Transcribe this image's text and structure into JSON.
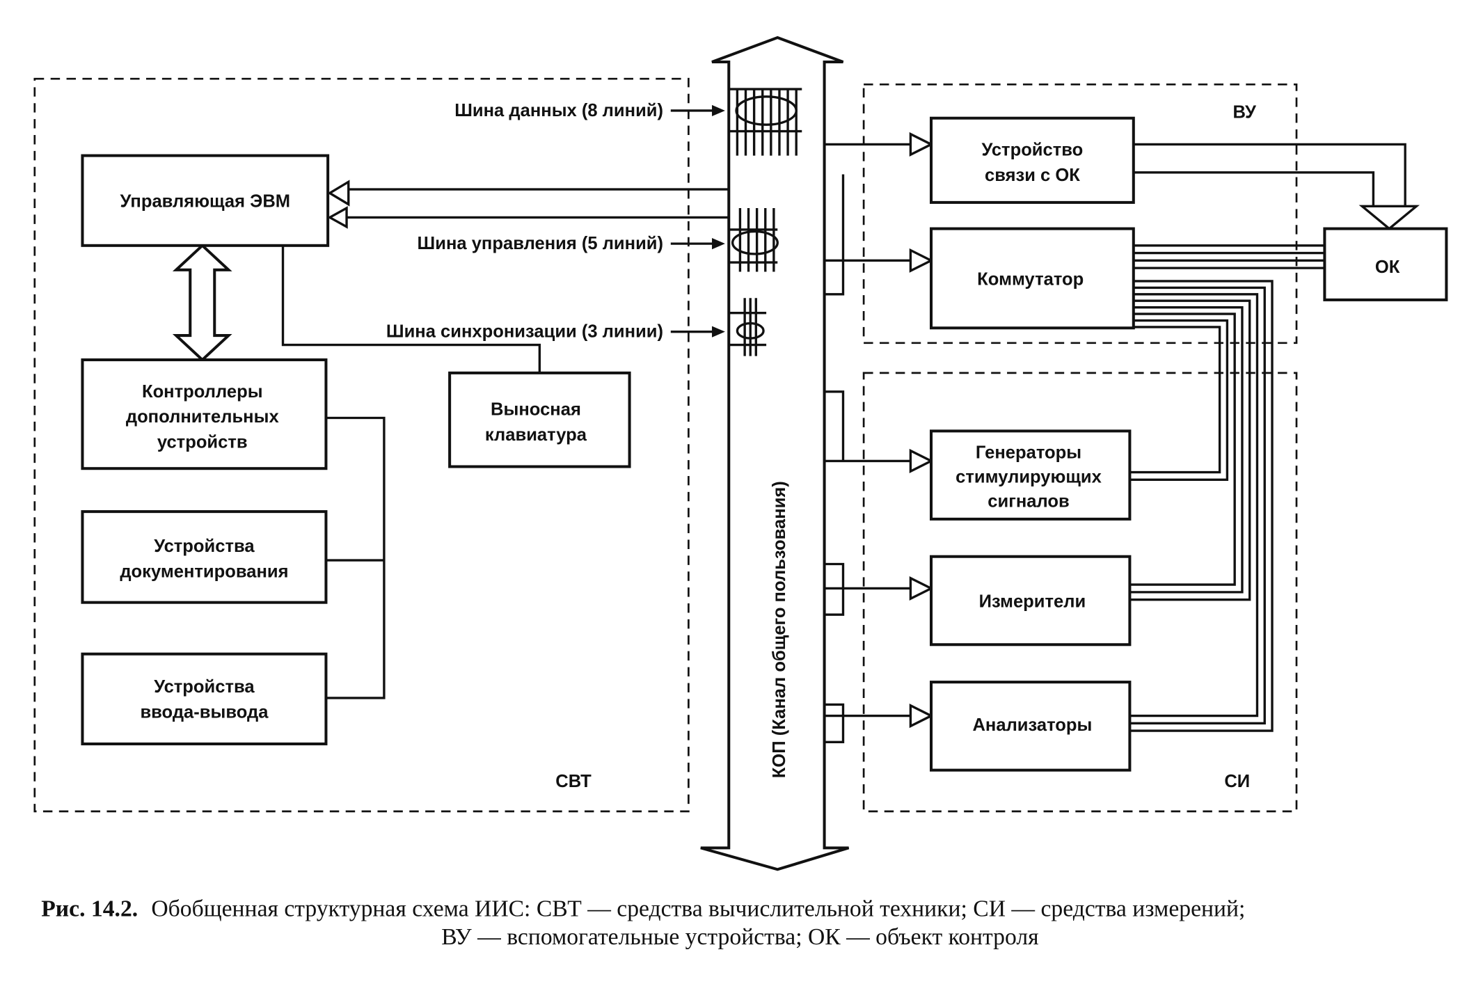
{
  "groups": {
    "svt": "СВТ",
    "vu": "ВУ",
    "si": "СИ"
  },
  "blocks": {
    "computer": [
      "Управляющая ЭВМ"
    ],
    "controllers": [
      "Контроллеры",
      "дополнительных",
      "устройств"
    ],
    "documenting": [
      "Устройства",
      "документирования"
    ],
    "io": [
      "Устройства",
      "ввода-вывода"
    ],
    "remote_keyboard": [
      "Выносная",
      "клавиатура"
    ],
    "ok_link": [
      "Устройство",
      "связи с ОК"
    ],
    "commutator": [
      "Коммутатор"
    ],
    "generators": [
      "Генераторы",
      "стимулирующих",
      "сигналов"
    ],
    "meters": [
      "Измерители"
    ],
    "analyzers": [
      "Анализаторы"
    ],
    "ok": [
      "ОК"
    ]
  },
  "buses": {
    "data": "Шина данных (8 линий)",
    "control": "Шина управления (5 линий)",
    "sync": "Шина синхронизации (3 линии)"
  },
  "kop_label": "КОП (Канал общего пользования)",
  "caption": {
    "number": "Рис. 14.2.",
    "line1": "Обобщенная структурная схема ИИС: СВТ — средства вычислительной техники; СИ — средства измерений;",
    "line2": "ВУ — вспомогательные устройства; ОК — объект контроля"
  }
}
